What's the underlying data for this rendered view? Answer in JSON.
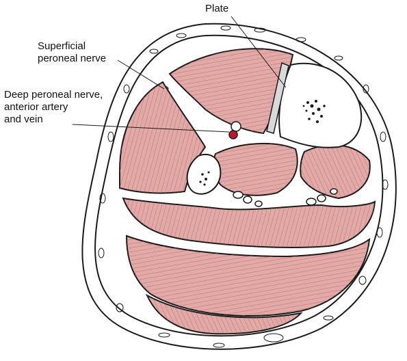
{
  "labels": {
    "plate": "Plate",
    "superficial_line1": "Superficial",
    "superficial_line2": "peroneal nerve",
    "deep_line1": "Deep peroneal nerve,",
    "deep_line2": "anterior artery",
    "deep_line3": "and vein"
  },
  "colors": {
    "muscle": "#e2a9a7",
    "muscle_fiber": "#a86664",
    "outline": "#1a1a1a",
    "bone": "#ffffff",
    "vessel": "#c4142a",
    "fat": "#ffffff"
  }
}
